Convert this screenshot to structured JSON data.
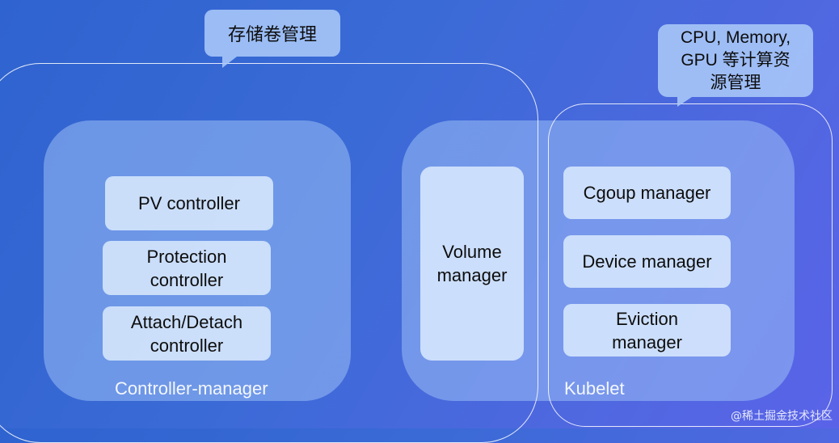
{
  "callouts": {
    "storage": "存储卷管理",
    "compute": "CPU, Memory,\nGPU 等计算资\n源管理"
  },
  "controller_manager": {
    "label": "Controller-manager",
    "boxes": [
      "PV controller",
      "Protection\ncontroller",
      "Attach/Detach\ncontroller"
    ]
  },
  "kubelet": {
    "label": "Kubelet",
    "volume_manager": "Volume\nmanager",
    "boxes": [
      "Cgoup manager",
      "Device manager",
      "Eviction\nmanager"
    ]
  },
  "source_mark": "@稀土掘金技术社区"
}
